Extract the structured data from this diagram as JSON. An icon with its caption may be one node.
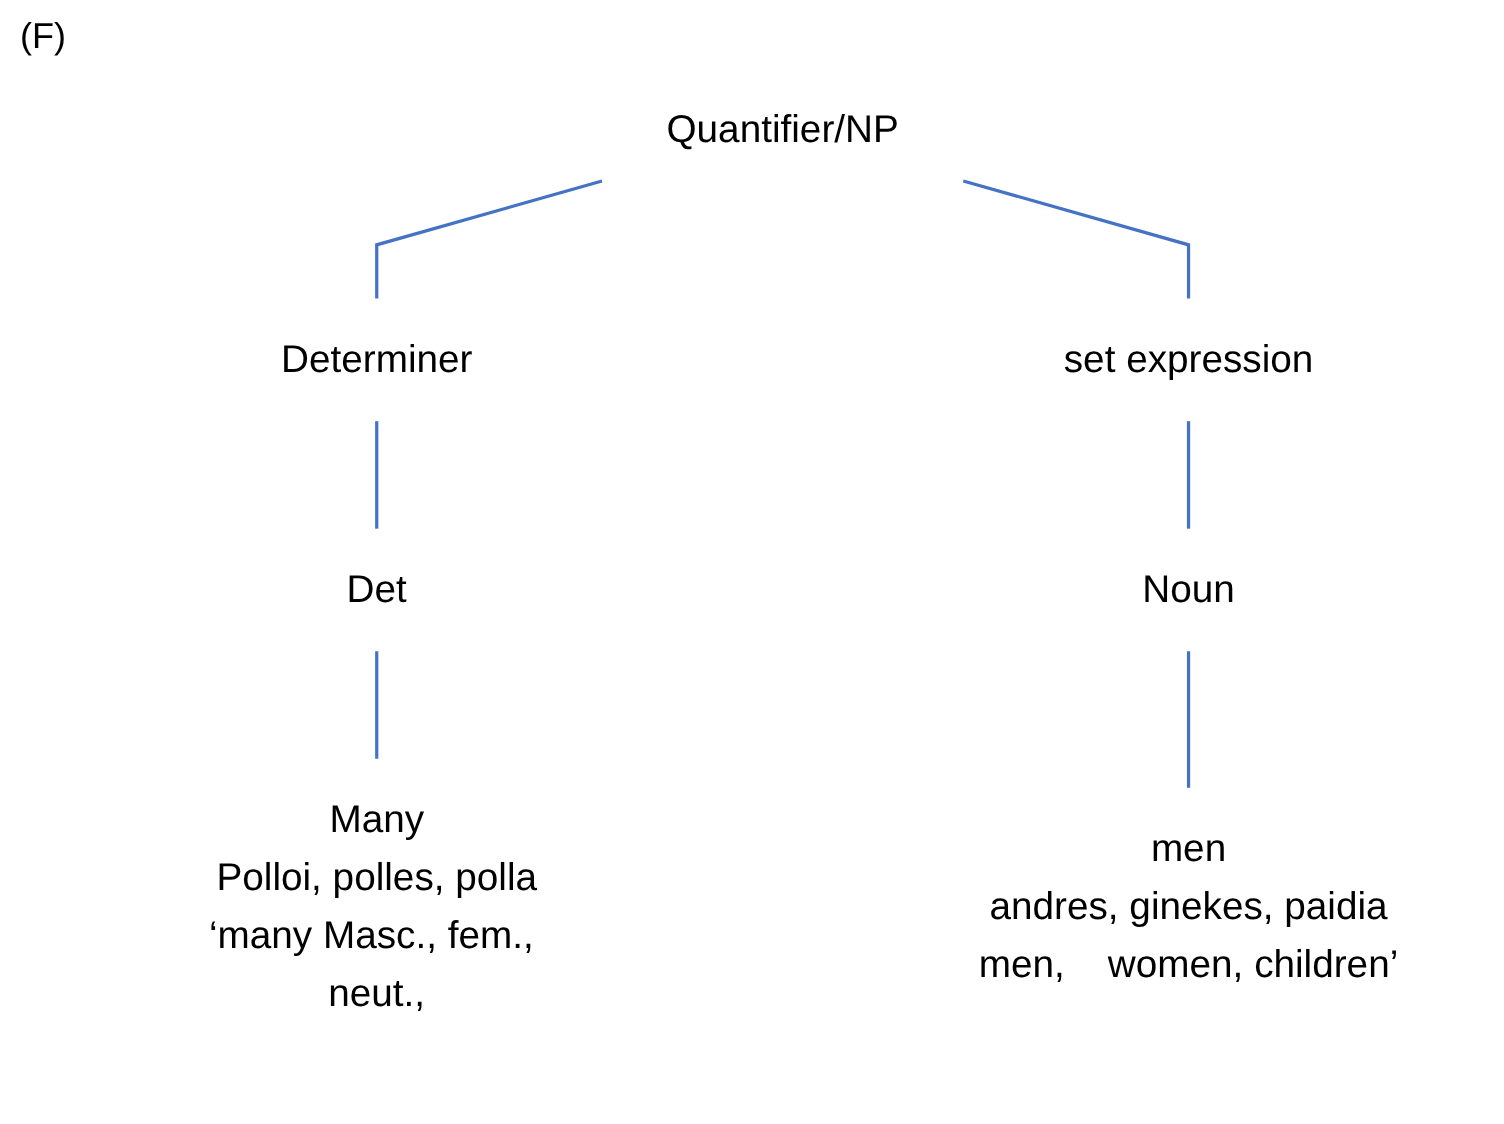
{
  "diagram": {
    "nodes": [
      {
        "text": [
          "Quantifier/NP"
        ]
      },
      {
        "text": [
          "Determiner"
        ]
      },
      {
        "text": [
          "set expression"
        ]
      },
      {
        "text": [
          "Det"
        ]
      },
      {
        "text": [
          "Noun"
        ]
      },
      {
        "text": [
          "Many"
        ],
        "beside": [
          "Polloi, polles, polla",
          "‘many Masc., fem., neut.,"
        ]
      },
      {
        "text": [
          "men"
        ],
        "beside": [
          "andres, ginekes, paidia",
          "men,    women, children’"
        ]
      }
    ],
    "edges": [
      {
        "from": 0,
        "to": 1,
        "arrow": "none",
        "color": "#4472c4"
      },
      {
        "from": 0,
        "to": 2,
        "arrow": "none",
        "color": "#4472c4"
      },
      {
        "from": 1,
        "to": 3,
        "arrow": "none",
        "color": "#4472c4"
      },
      {
        "from": 2,
        "to": 4,
        "arrow": "none",
        "color": "#4472c4"
      },
      {
        "from": 3,
        "to": 5,
        "arrow": "none",
        "color": "#4472c4"
      },
      {
        "from": 4,
        "to": 6,
        "arrow": "none",
        "color": "#4472c4"
      }
    ],
    "labels": [
      "(F)"
    ]
  }
}
